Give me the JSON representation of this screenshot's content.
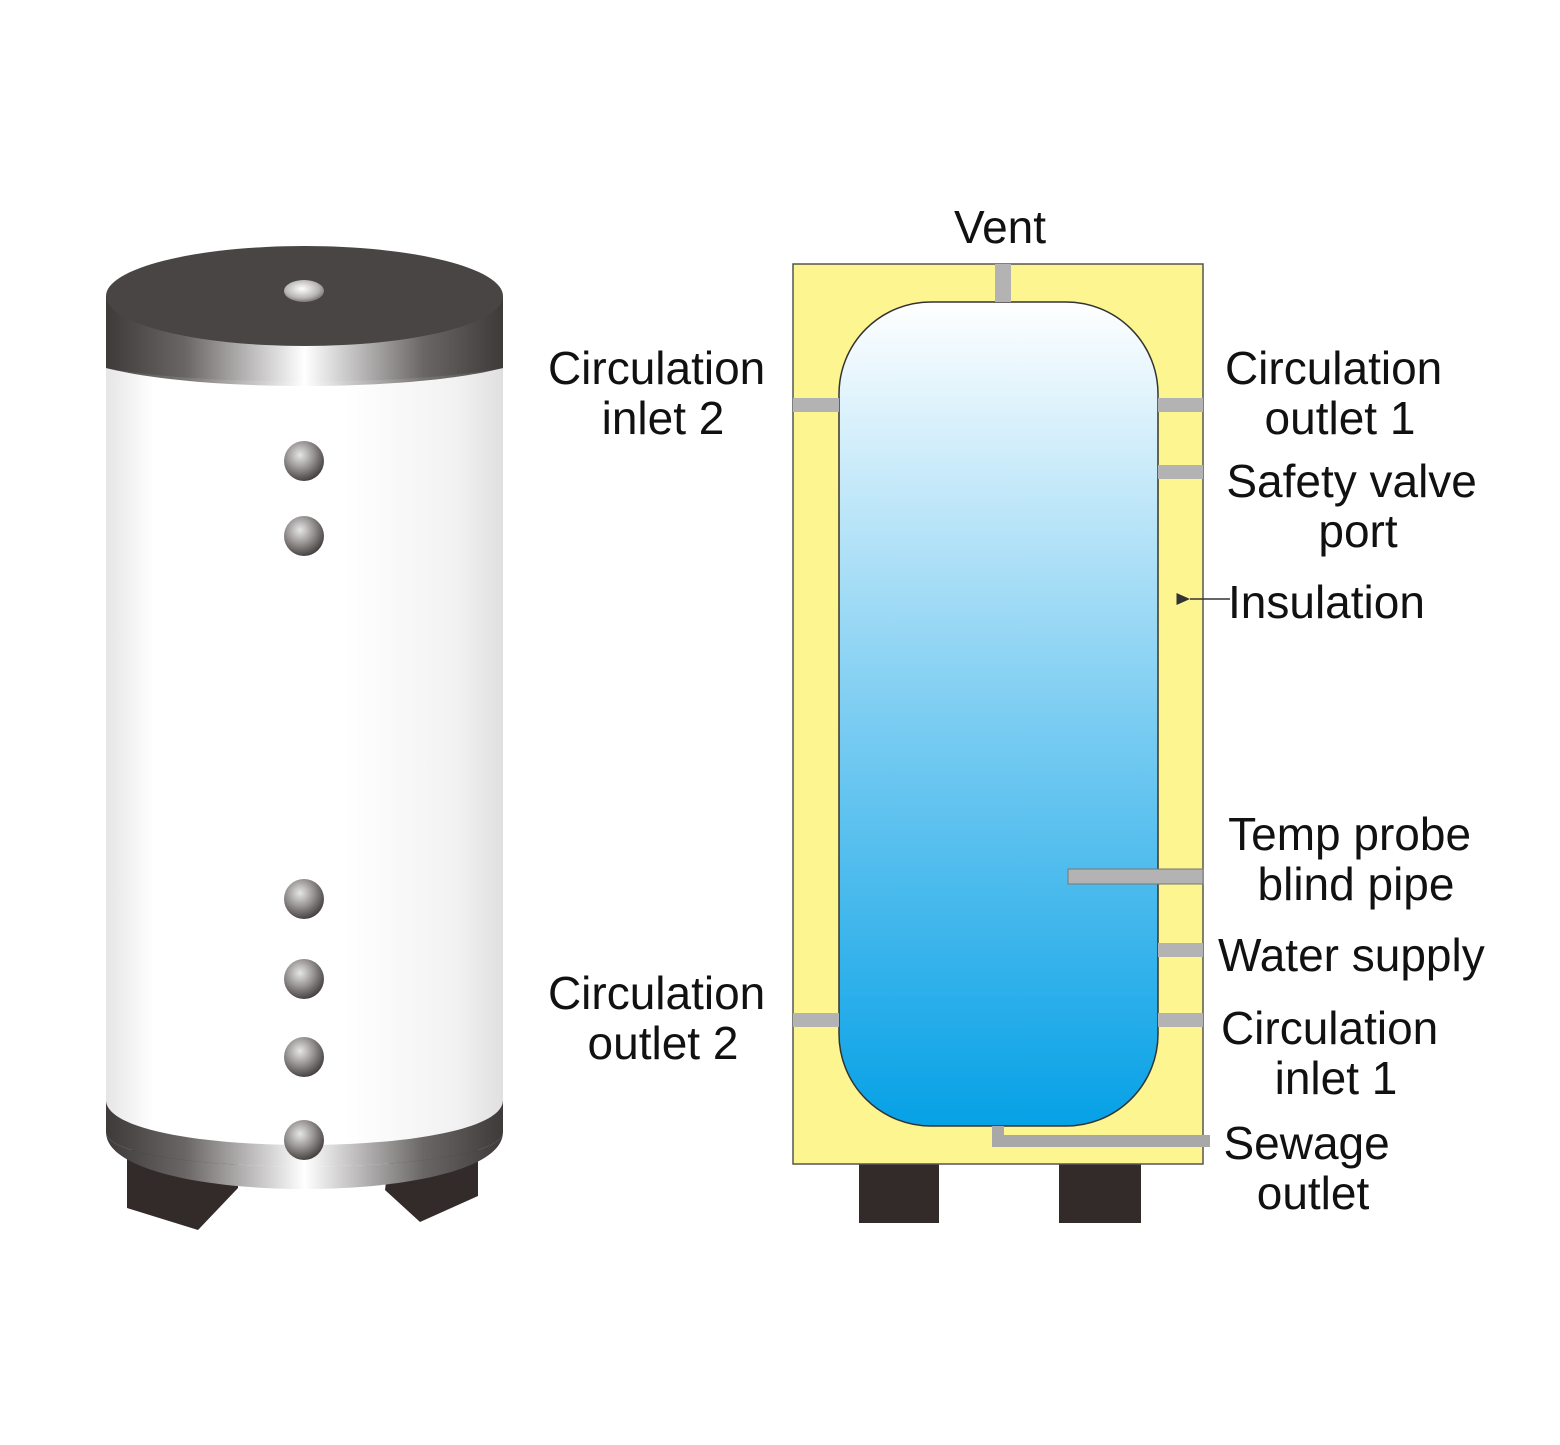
{
  "labels": {
    "vent": "Vent",
    "circulation_inlet_2": [
      "Circulation",
      "inlet 2"
    ],
    "circulation_outlet_1": [
      "Circulation",
      "outlet 1"
    ],
    "safety_valve_port": [
      "Safety valve",
      "port"
    ],
    "insulation": "Insulation",
    "temp_probe_blind_pipe": [
      "Temp probe",
      "blind pipe"
    ],
    "water_supply": "Water supply",
    "circulation_outlet_2": [
      "Circulation",
      "outlet 2"
    ],
    "circulation_inlet_1": [
      "Circulation",
      "inlet 1"
    ],
    "sewage_outlet": [
      "Sewage",
      "outlet"
    ]
  },
  "colors": {
    "insulation": "#fdf58f",
    "water_top": "#ffffff",
    "water_bottom": "#06a1e6",
    "pipe": "#b3b3b3",
    "feet": "#332b29",
    "cap": "#4a4545"
  }
}
